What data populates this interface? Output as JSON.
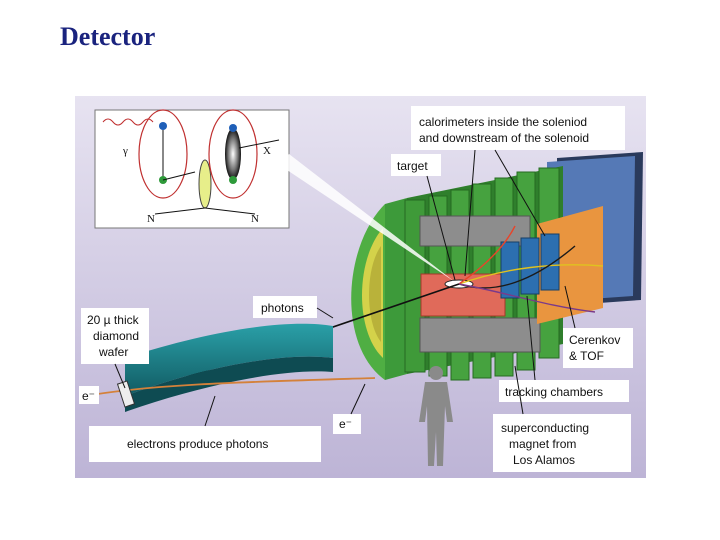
{
  "title": "Detector",
  "labels": {
    "calorimeters_line1": "calorimeters inside the soleniod",
    "calorimeters_line2": "and downstream of the solenoid",
    "target": "target",
    "photons": "photons",
    "wafer_line1": "20 µ thick",
    "wafer_line2": "diamond",
    "wafer_line3": "wafer",
    "cerenkov_line1": "Cerenkov",
    "cerenkov_line2": "& TOF",
    "tracking": "tracking chambers",
    "magnet_line1": "superconducting",
    "magnet_line2": "magnet from",
    "magnet_line3": "Los Alamos",
    "electrons": "electrons produce photons",
    "e_minus_in": "e⁻",
    "e_minus_out": "e⁻"
  },
  "feynman": {
    "gamma": "γ",
    "x": "X",
    "n_left": "N",
    "n_right": "N"
  },
  "colors": {
    "title": "#1a237e",
    "background": "#cfc8e2",
    "magnet": "#3d9a3a",
    "calorimeter": "#e06a5a",
    "tracker": "#2c6fb0",
    "cerenkov": "#e9953f",
    "radiator": "#1d7d86"
  }
}
